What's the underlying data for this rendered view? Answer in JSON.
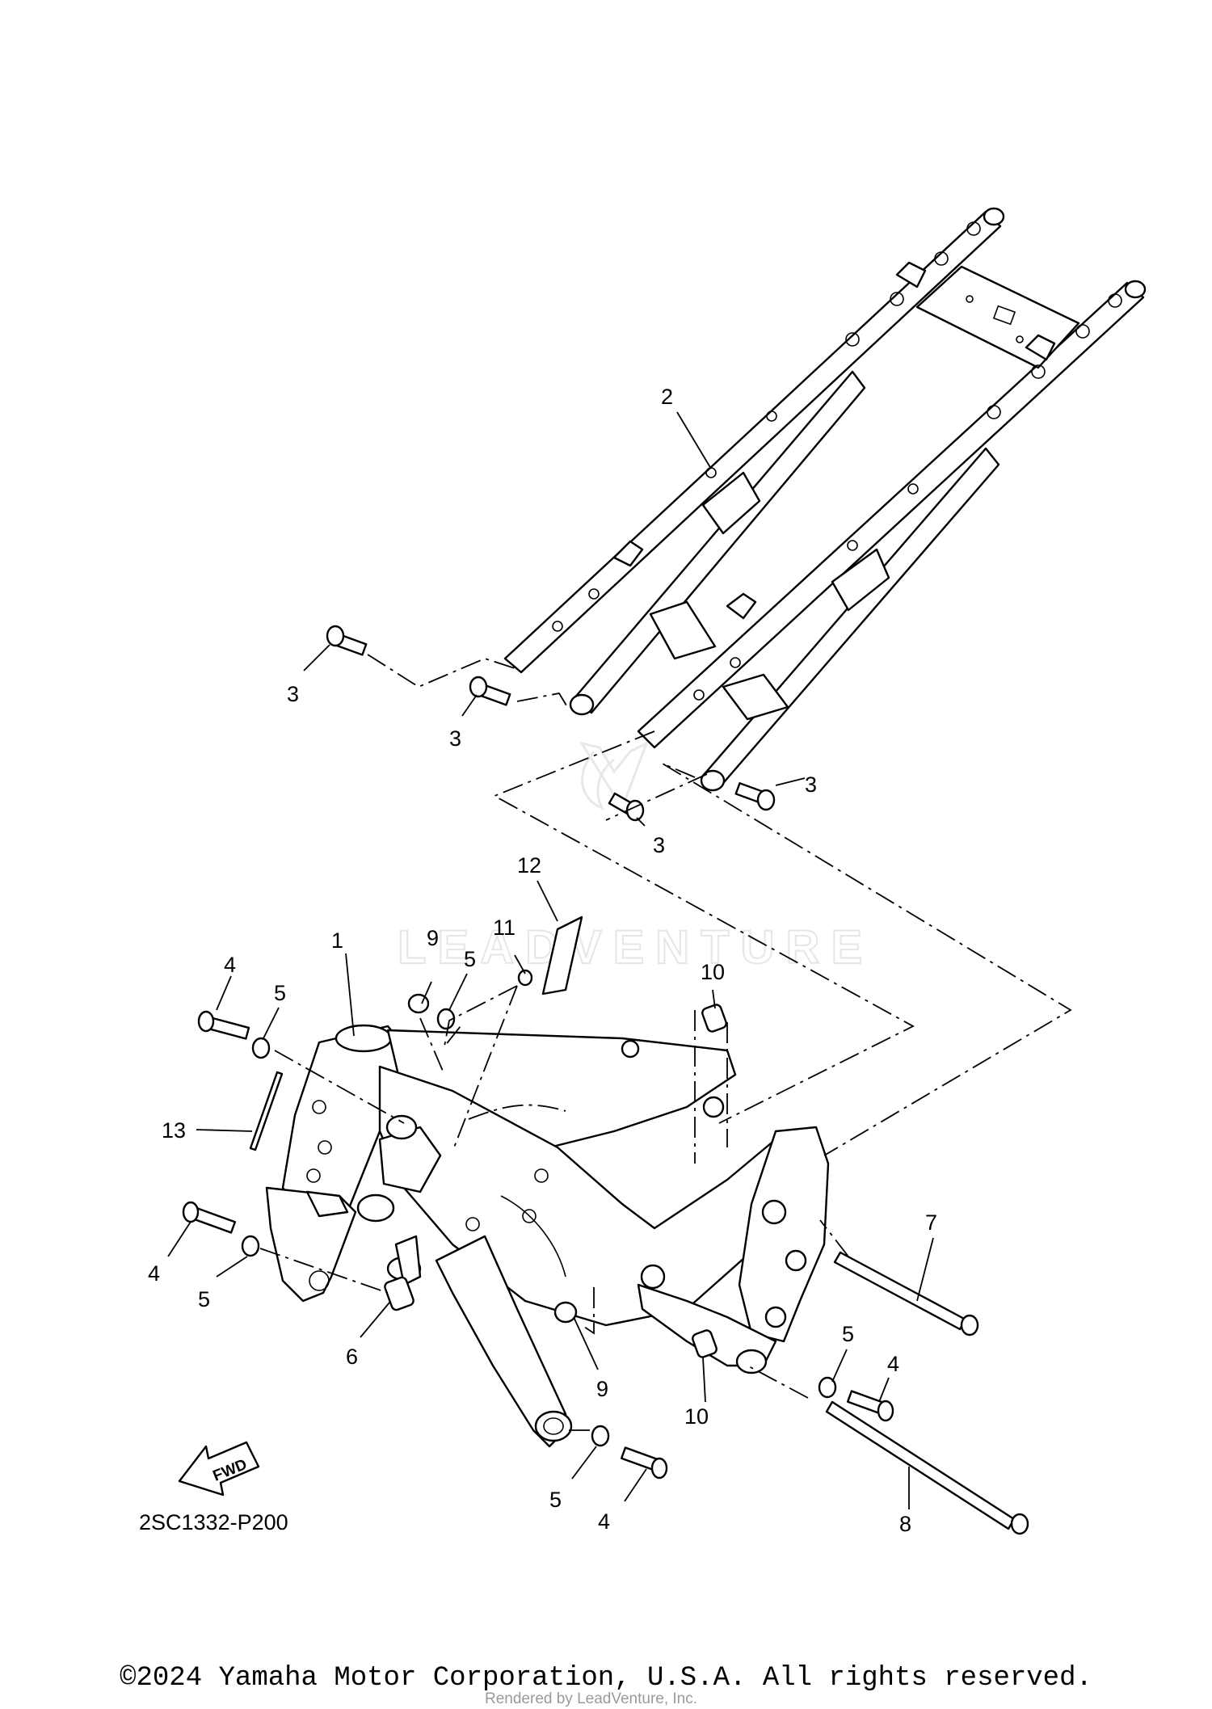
{
  "diagram_code": "2SC1332-P200",
  "fwd_label": "FWD",
  "watermark": "LEADVENTURE",
  "rendered_by": "Rendered by LeadVenture, Inc.",
  "copyright": "©2024 Yamaha Motor Corporation, U.S.A. All rights reserved.",
  "callouts": [
    {
      "id": "c1",
      "text": "1"
    },
    {
      "id": "c2",
      "text": "2"
    },
    {
      "id": "c3a",
      "text": "3"
    },
    {
      "id": "c3b",
      "text": "3"
    },
    {
      "id": "c3c",
      "text": "3"
    },
    {
      "id": "c3d",
      "text": "3"
    },
    {
      "id": "c4a",
      "text": "4"
    },
    {
      "id": "c4b",
      "text": "4"
    },
    {
      "id": "c4c",
      "text": "4"
    },
    {
      "id": "c4d",
      "text": "4"
    },
    {
      "id": "c5a",
      "text": "5"
    },
    {
      "id": "c5b",
      "text": "5"
    },
    {
      "id": "c5c",
      "text": "5"
    },
    {
      "id": "c5d",
      "text": "5"
    },
    {
      "id": "c5e",
      "text": "5"
    },
    {
      "id": "c6",
      "text": "6"
    },
    {
      "id": "c7",
      "text": "7"
    },
    {
      "id": "c8",
      "text": "8"
    },
    {
      "id": "c9a",
      "text": "9"
    },
    {
      "id": "c9b",
      "text": "9"
    },
    {
      "id": "c10a",
      "text": "10"
    },
    {
      "id": "c10b",
      "text": "10"
    },
    {
      "id": "c11",
      "text": "11"
    },
    {
      "id": "c12",
      "text": "12"
    },
    {
      "id": "c13",
      "text": "13"
    }
  ]
}
